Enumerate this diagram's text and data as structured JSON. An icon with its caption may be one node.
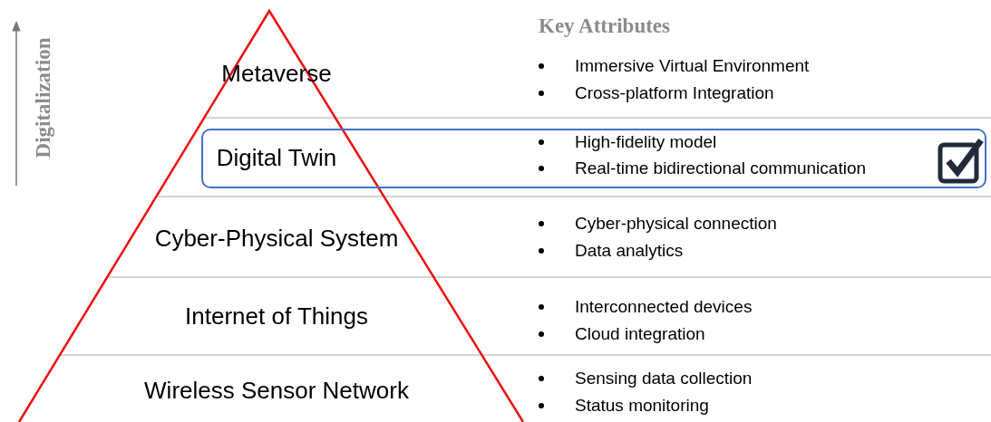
{
  "diagram": {
    "nodes": [
      {
        "text": [
          "Metaverse",
          "Immersive Virtual Environment",
          "Cross-platform Integration"
        ]
      },
      {
        "text": [
          "Digital Twin",
          "High-fidelity model",
          "Real-time bidirectional communication"
        ]
      },
      {
        "text": [
          "Cyber-Physical System",
          "Cyber-physical connection",
          "Data analytics"
        ]
      },
      {
        "text": [
          "Internet of Things",
          "Interconnected devices",
          "Cloud integration"
        ]
      },
      {
        "text": [
          "Wireless Sensor Network",
          "Sensing data collection",
          "Status monitoring"
        ]
      }
    ],
    "edges": [],
    "labels": [
      "Key Attributes",
      "Digitalization"
    ]
  }
}
